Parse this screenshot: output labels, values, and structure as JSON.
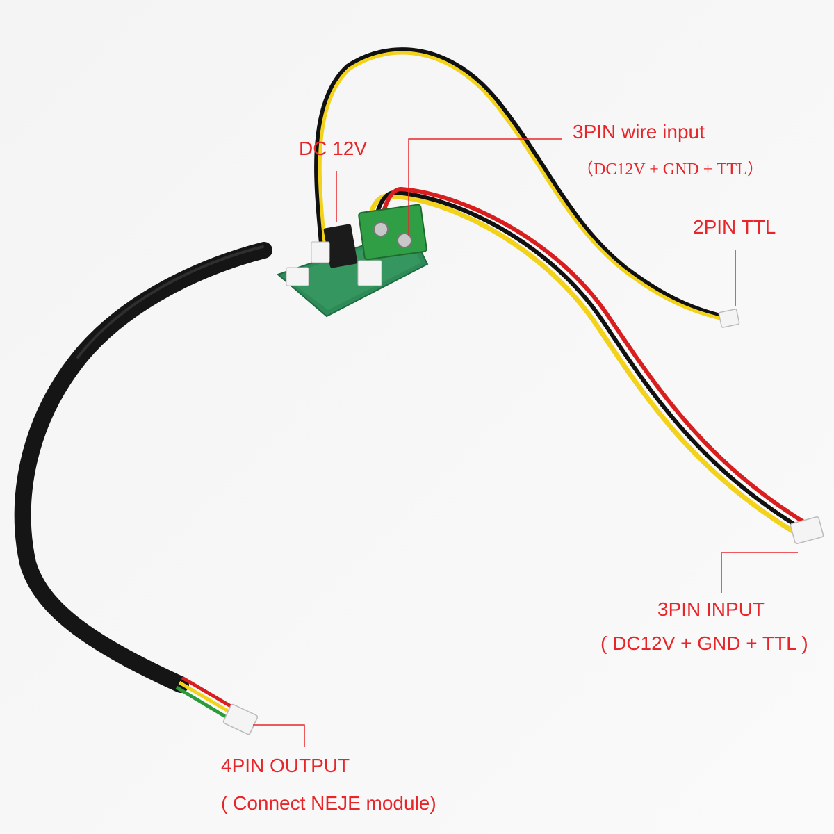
{
  "labels": {
    "dc12v": "DC 12V",
    "wire_input_title": "3PIN wire input",
    "wire_input_detail": "（DC12V + GND + TTL）",
    "ttl_2pin": "2PIN TTL",
    "input_3pin_title": "3PIN INPUT",
    "input_3pin_detail": "( DC12V + GND + TTL )",
    "output_4pin_title": "4PIN OUTPUT",
    "output_4pin_detail": "( Connect NEJE module)"
  },
  "colors": {
    "label": "#e8262a",
    "leader_line": "#e8262a",
    "pcb": "#2e8b57",
    "terminal_block": "#2f9e44",
    "cable_black": "#111111",
    "wire_yellow": "#f2d21b",
    "wire_red": "#d81e1e",
    "wire_green": "#2a9d3a",
    "connector_white": "#f4f4f4",
    "background": "#f7f7f7"
  }
}
